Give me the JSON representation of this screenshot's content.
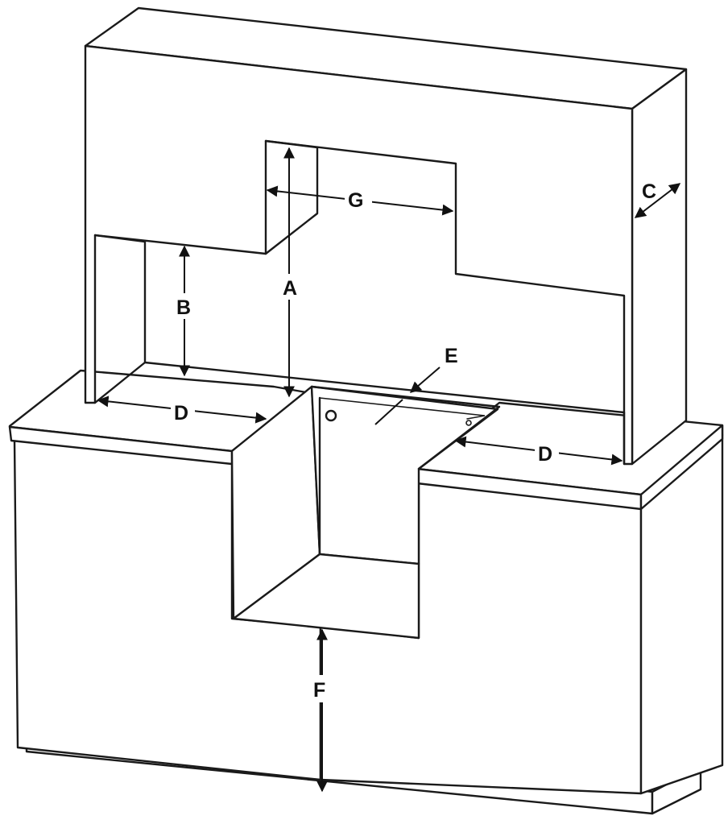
{
  "dimension_labels": {
    "a": "A",
    "b": "B",
    "c": "C",
    "d_left": "D",
    "d_right": "D",
    "e": "E",
    "f": "F",
    "g": "G"
  },
  "colors": {
    "line": "#1a1a1a",
    "background": "#ffffff"
  }
}
